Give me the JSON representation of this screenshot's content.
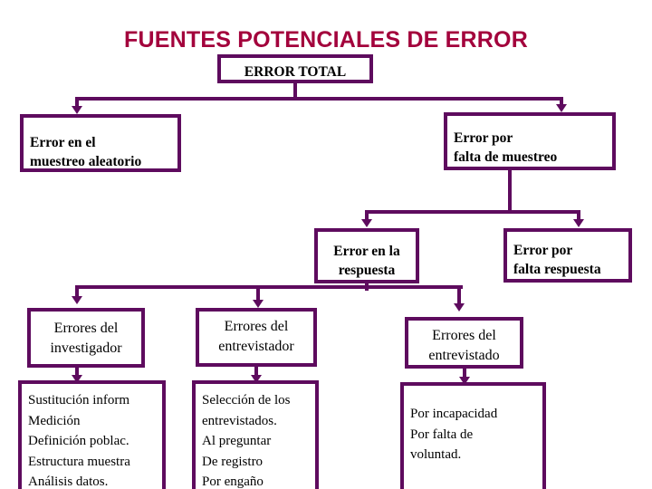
{
  "diagram": {
    "title": "FUENTES POTENCIALES DE ERROR",
    "colors": {
      "title_text": "#A3023C",
      "box_border": "#5E0B5E",
      "connector": "#5E0B5E",
      "box_fill": "#FFFFFF",
      "text": "#000000"
    },
    "nodes": {
      "error_total": {
        "label": "ERROR TOTAL"
      },
      "muestreo_aleatorio": {
        "line1": "Error en el",
        "line2": "muestreo aleatorio"
      },
      "falta_muestreo": {
        "line1": "Error por",
        "line2": "falta de muestreo"
      },
      "error_respuesta": {
        "line1": "Error en la",
        "line2": "respuesta"
      },
      "falta_respuesta": {
        "line1": "Error por",
        "line2": "falta respuesta"
      },
      "errores_investigador": {
        "line1": "Errores del",
        "line2": "investigador"
      },
      "errores_entrevistador": {
        "line1": "Errores del",
        "line2": "entrevistador"
      },
      "errores_entrevistado": {
        "line1": "Errores del",
        "line2": "entrevistado"
      },
      "detalle_investigador": {
        "lines": [
          "Sustitución inform",
          "Medición",
          "Definición poblac.",
          "Estructura muestra",
          "Análisis datos."
        ]
      },
      "detalle_entrevistador": {
        "lines": [
          "Selección  de los",
          "entrevistados.",
          "Al preguntar",
          "De registro",
          "Por engaño"
        ]
      },
      "detalle_entrevistado": {
        "lines": [
          "Por incapacidad",
          "Por falta  de",
          "voluntad."
        ]
      }
    }
  }
}
